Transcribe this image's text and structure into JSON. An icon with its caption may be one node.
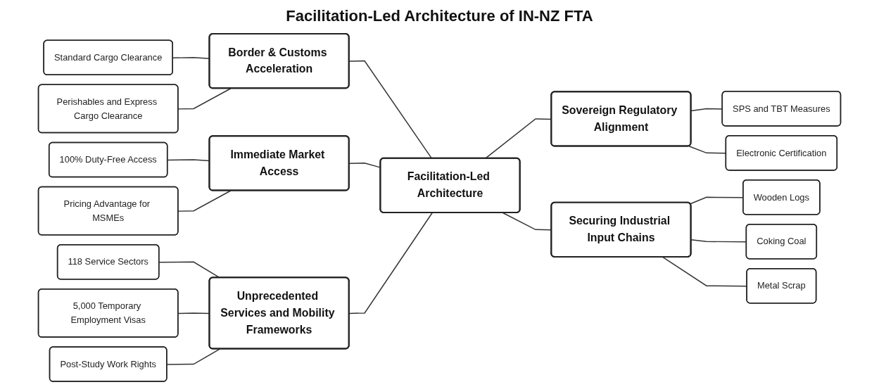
{
  "diagram": {
    "title": "Facilitation-Led Architecture of IN-NZ FTA",
    "nodes": [
      {
        "text": [
          "Standard Cargo Clearance"
        ]
      },
      {
        "text": [
          "Perishables and Express Cargo Clearance"
        ]
      },
      {
        "text": [
          "Border & Customs Acceleration"
        ]
      },
      {
        "text": [
          "100% Duty-Free Access"
        ]
      },
      {
        "text": [
          "Pricing Advantage for MSMEs"
        ]
      },
      {
        "text": [
          "Immediate Market Access"
        ]
      },
      {
        "text": [
          "118 Service Sectors"
        ]
      },
      {
        "text": [
          "5,000 Temporary Employment Visas"
        ]
      },
      {
        "text": [
          "Post-Study Work Rights"
        ]
      },
      {
        "text": [
          "Unprecedented Services and Mobility Frameworks"
        ]
      },
      {
        "text": [
          "Facilitation-Led Architecture"
        ]
      },
      {
        "text": [
          "Sovereign Regulatory Alignment"
        ]
      },
      {
        "text": [
          "SPS and TBT Measures"
        ]
      },
      {
        "text": [
          "Electronic Certification"
        ]
      },
      {
        "text": [
          "Securing Industrial Input Chains"
        ]
      },
      {
        "text": [
          "Wooden Logs"
        ]
      },
      {
        "text": [
          "Coking Coal"
        ]
      },
      {
        "text": [
          "Metal Scrap"
        ]
      }
    ],
    "edges": [
      {
        "from": 0,
        "to": 2,
        "arrow": "none"
      },
      {
        "from": 1,
        "to": 2,
        "arrow": "none"
      },
      {
        "from": 2,
        "to": 10,
        "arrow": "none"
      },
      {
        "from": 3,
        "to": 5,
        "arrow": "none"
      },
      {
        "from": 4,
        "to": 5,
        "arrow": "none"
      },
      {
        "from": 5,
        "to": 10,
        "arrow": "none"
      },
      {
        "from": 6,
        "to": 9,
        "arrow": "none"
      },
      {
        "from": 7,
        "to": 9,
        "arrow": "none"
      },
      {
        "from": 8,
        "to": 9,
        "arrow": "none"
      },
      {
        "from": 9,
        "to": 10,
        "arrow": "none"
      },
      {
        "from": 10,
        "to": 11,
        "arrow": "none"
      },
      {
        "from": 10,
        "to": 14,
        "arrow": "none"
      },
      {
        "from": 11,
        "to": 12,
        "arrow": "none"
      },
      {
        "from": 11,
        "to": 13,
        "arrow": "none"
      },
      {
        "from": 14,
        "to": 15,
        "arrow": "none"
      },
      {
        "from": 14,
        "to": 16,
        "arrow": "none"
      },
      {
        "from": 14,
        "to": 17,
        "arrow": "none"
      }
    ]
  }
}
